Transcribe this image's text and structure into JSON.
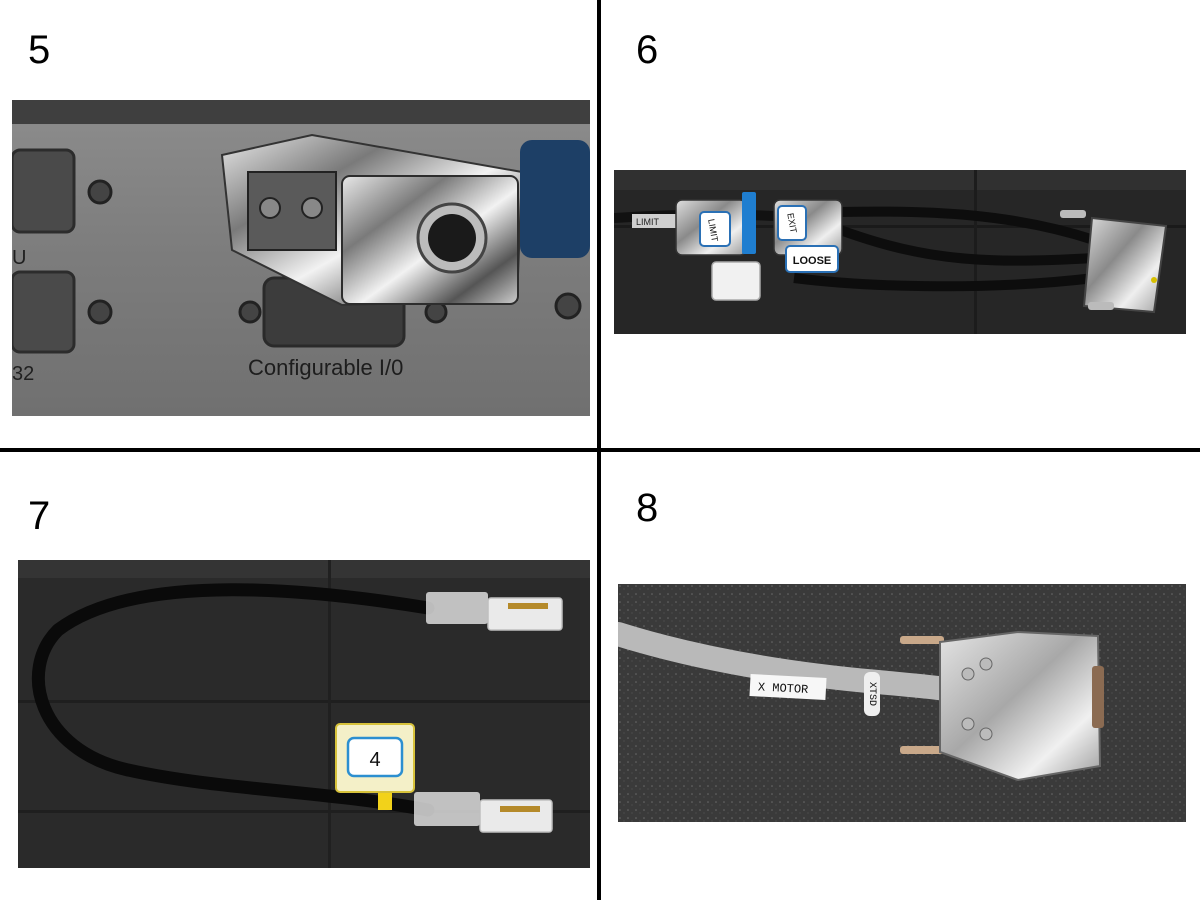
{
  "panels": [
    {
      "number": "5",
      "labels": {
        "port": "Configurable I/0",
        "left_top": "U",
        "left_bottom": "32"
      }
    },
    {
      "number": "6",
      "labels": {
        "limit": "LIMIT",
        "tag1": "LIMIT",
        "tag2": "EXIT",
        "tag3": "LOOSE"
      }
    },
    {
      "number": "7",
      "labels": {
        "tag": "4"
      }
    },
    {
      "number": "8",
      "labels": {
        "cable": "X MOTOR",
        "side": "XTSD"
      }
    }
  ]
}
